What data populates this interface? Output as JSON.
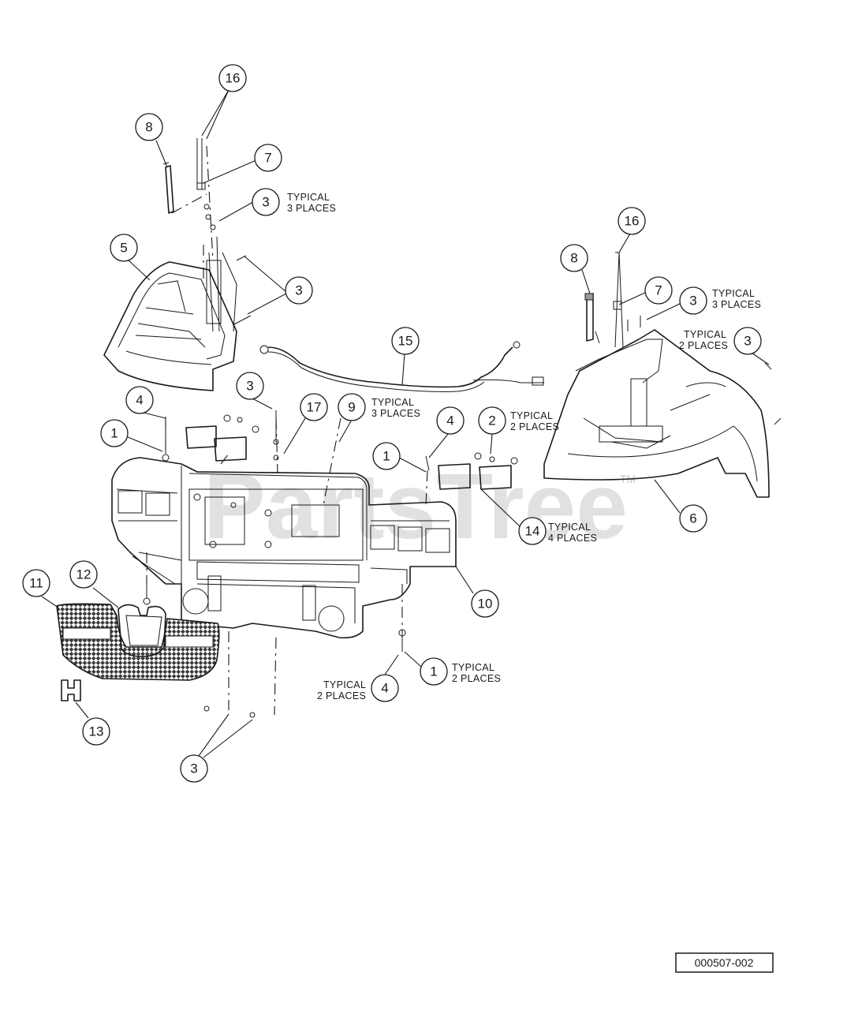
{
  "diagram_code": "000507-002",
  "watermark": "PartsTree",
  "watermark_tm": "TM",
  "callouts": [
    {
      "num": "16"
    },
    {
      "num": "8"
    },
    {
      "num": "7"
    },
    {
      "num": "3"
    },
    {
      "num": "5"
    },
    {
      "num": "3"
    },
    {
      "num": "16"
    },
    {
      "num": "8"
    },
    {
      "num": "7"
    },
    {
      "num": "3"
    },
    {
      "num": "3"
    },
    {
      "num": "15"
    },
    {
      "num": "3"
    },
    {
      "num": "4"
    },
    {
      "num": "17"
    },
    {
      "num": "9"
    },
    {
      "num": "1"
    },
    {
      "num": "4"
    },
    {
      "num": "2"
    },
    {
      "num": "1"
    },
    {
      "num": "14"
    },
    {
      "num": "6"
    },
    {
      "num": "11"
    },
    {
      "num": "12"
    },
    {
      "num": "10"
    },
    {
      "num": "1"
    },
    {
      "num": "4"
    },
    {
      "num": "13"
    },
    {
      "num": "3"
    }
  ],
  "notes": [
    {
      "line1": "TYPICAL",
      "line2": "3 PLACES"
    },
    {
      "line1": "TYPICAL",
      "line2": "3 PLACES"
    },
    {
      "line1": "TYPICAL",
      "line2": "2 PLACES"
    },
    {
      "line1": "TYPICAL",
      "line2": "3 PLACES"
    },
    {
      "line1": "TYPICAL",
      "line2": "2 PLACES"
    },
    {
      "line1": "TYPICAL",
      "line2": "4 PLACES"
    },
    {
      "line1": "TYPICAL",
      "line2": "2 PLACES"
    },
    {
      "line1": "TYPICAL",
      "line2": "2 PLACES"
    }
  ]
}
